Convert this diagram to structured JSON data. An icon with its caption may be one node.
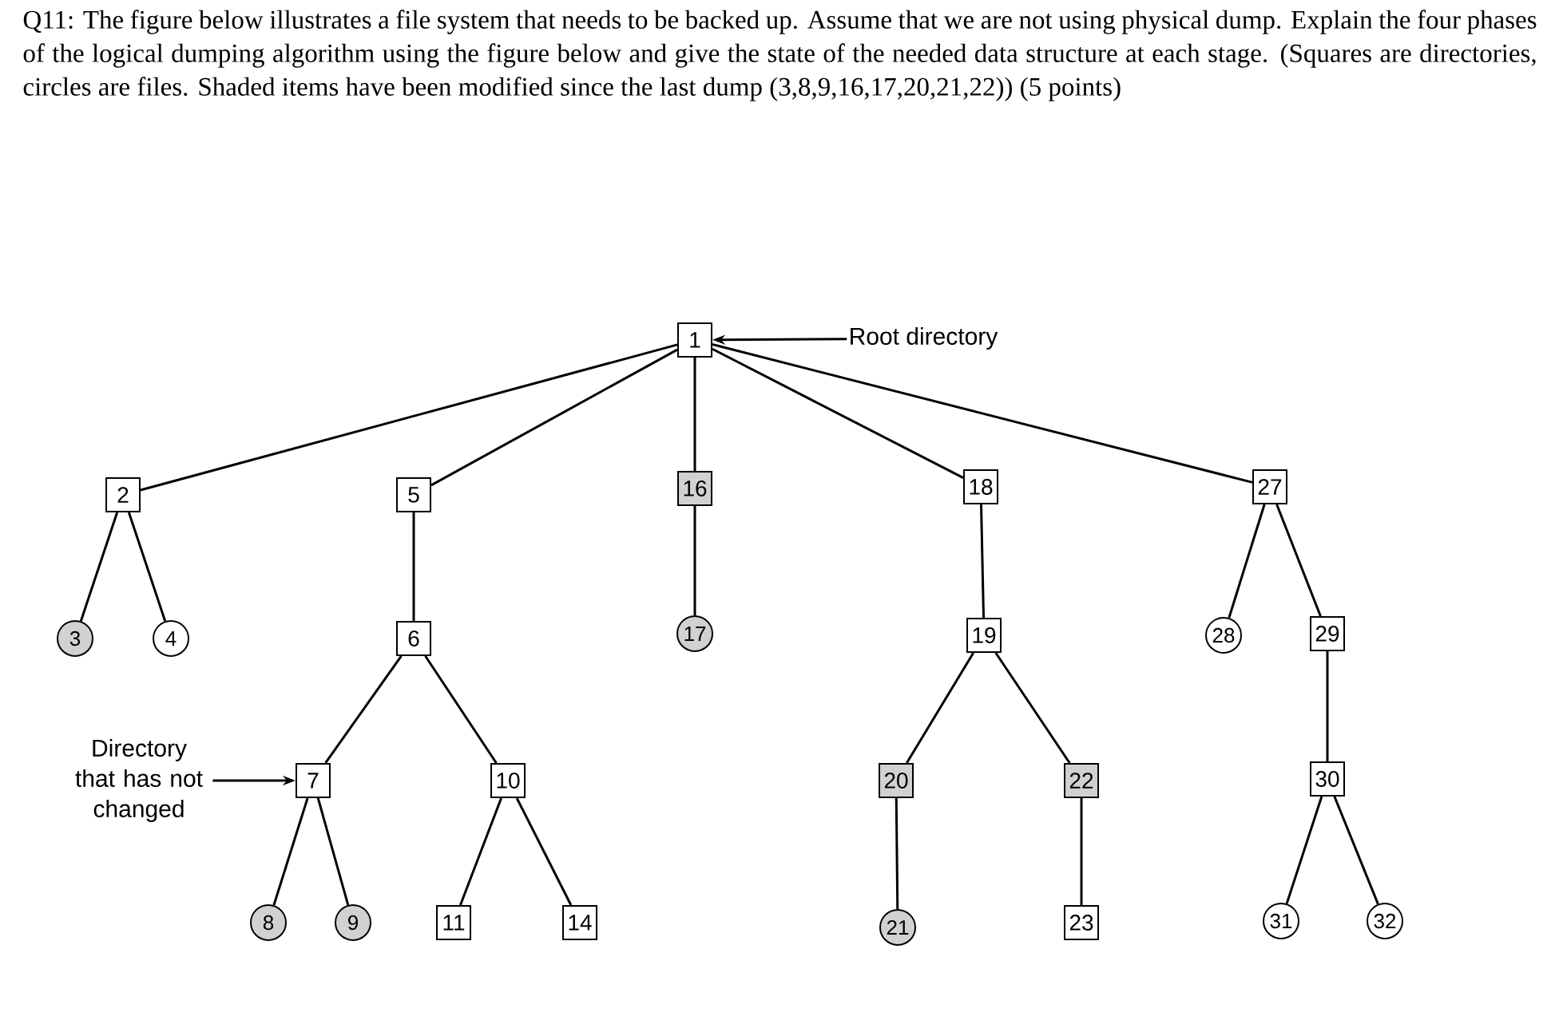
{
  "diagram": {
    "title": "Q11: The figure below illustrates a file system that needs to be backed up. Assume that we are not using physical dump. Explain the four phases of the logical dumping algorithm using the figure below and give the state of the needed data structure at each stage. (Squares are directories, circles are files. Shaded items have been modified since the last dump (3,8,9,16,17,20,21,22)) (5 points)",
    "nodes": [
      {
        "text": [
          "1"
        ]
      },
      {
        "text": [
          "Root directory"
        ]
      },
      {
        "text": [
          "2"
        ]
      },
      {
        "text": [
          "5"
        ]
      },
      {
        "text": [
          "16"
        ]
      },
      {
        "text": [
          "18"
        ]
      },
      {
        "text": [
          "27"
        ]
      },
      {
        "text": [
          "3"
        ]
      },
      {
        "text": [
          "4"
        ]
      },
      {
        "text": [
          "6"
        ]
      },
      {
        "text": [
          "17"
        ]
      },
      {
        "text": [
          "19"
        ]
      },
      {
        "text": [
          "28"
        ]
      },
      {
        "text": [
          "29"
        ]
      },
      {
        "text": [
          "Directory that has not changed"
        ]
      },
      {
        "text": [
          "7"
        ]
      },
      {
        "text": [
          "10"
        ]
      },
      {
        "text": [
          "20"
        ]
      },
      {
        "text": [
          "22"
        ]
      },
      {
        "text": [
          "30"
        ]
      },
      {
        "text": [
          "8"
        ]
      },
      {
        "text": [
          "9"
        ]
      },
      {
        "text": [
          "11"
        ]
      },
      {
        "text": [
          "14"
        ]
      },
      {
        "text": [
          "21"
        ]
      },
      {
        "text": [
          "23"
        ]
      },
      {
        "text": [
          "31"
        ]
      },
      {
        "text": [
          "32"
        ]
      }
    ],
    "edges": [
      {
        "from": 1,
        "to": 0,
        "arrow": "to"
      },
      {
        "from": 0,
        "to": 2,
        "arrow": "none"
      },
      {
        "from": 0,
        "to": 3,
        "arrow": "none"
      },
      {
        "from": 0,
        "to": 4,
        "arrow": "none"
      },
      {
        "from": 0,
        "to": 5,
        "arrow": "none"
      },
      {
        "from": 0,
        "to": 6,
        "arrow": "none"
      },
      {
        "from": 2,
        "to": 7,
        "arrow": "none"
      },
      {
        "from": 2,
        "to": 8,
        "arrow": "none"
      },
      {
        "from": 3,
        "to": 9,
        "arrow": "none"
      },
      {
        "from": 4,
        "to": 10,
        "arrow": "none"
      },
      {
        "from": 5,
        "to": 11,
        "arrow": "none"
      },
      {
        "from": 6,
        "to": 12,
        "arrow": "none"
      },
      {
        "from": 6,
        "to": 13,
        "arrow": "none"
      },
      {
        "from": 14,
        "to": 15,
        "arrow": "to"
      },
      {
        "from": 9,
        "to": 15,
        "arrow": "none"
      },
      {
        "from": 9,
        "to": 16,
        "arrow": "none"
      },
      {
        "from": 11,
        "to": 17,
        "arrow": "none"
      },
      {
        "from": 11,
        "to": 18,
        "arrow": "none"
      },
      {
        "from": 13,
        "to": 19,
        "arrow": "none"
      },
      {
        "from": 15,
        "to": 20,
        "arrow": "none"
      },
      {
        "from": 15,
        "to": 21,
        "arrow": "none"
      },
      {
        "from": 16,
        "to": 22,
        "arrow": "none"
      },
      {
        "from": 16,
        "to": 23,
        "arrow": "none"
      },
      {
        "from": 17,
        "to": 24,
        "arrow": "none"
      },
      {
        "from": 18,
        "to": 25,
        "arrow": "none"
      },
      {
        "from": 19,
        "to": 26,
        "arrow": "none"
      },
      {
        "from": 19,
        "to": 27,
        "arrow": "none"
      }
    ]
  }
}
